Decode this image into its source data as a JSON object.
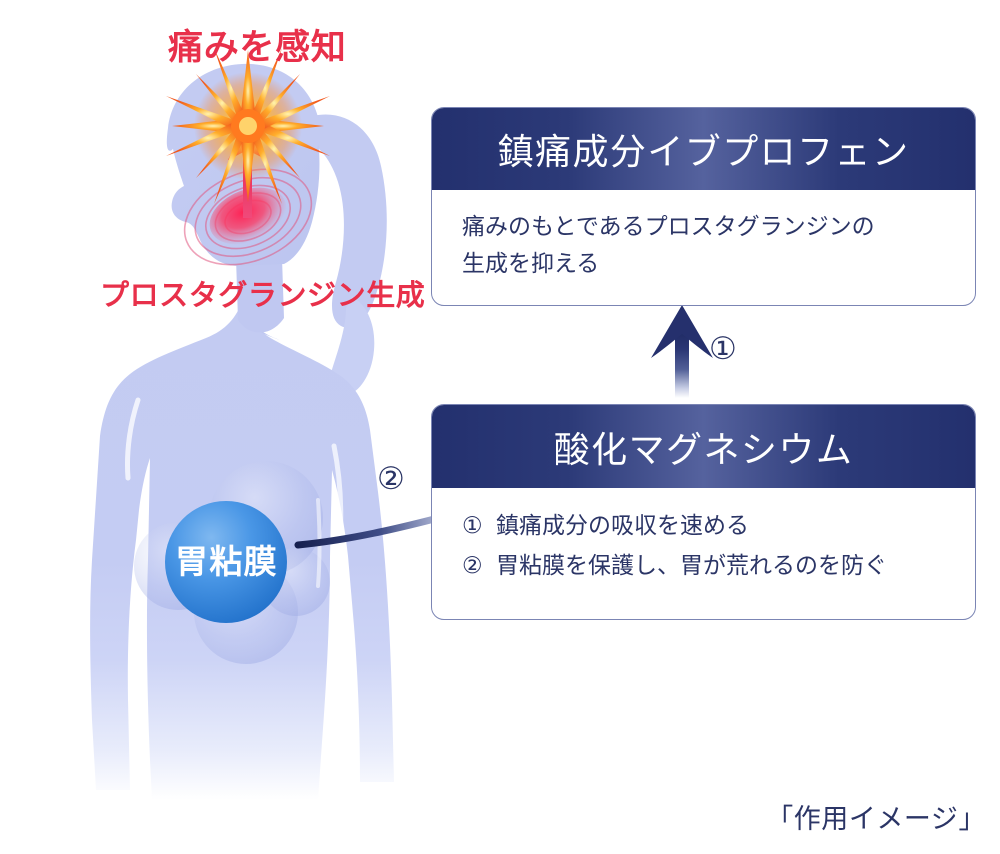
{
  "caption": "「作用イメージ」",
  "annotations": {
    "pain_label": "痛みを感知",
    "prostaglandin_label": "プロスタグランジン生成",
    "stomach_label": "胃粘膜",
    "step_one": "①",
    "step_two": "②"
  },
  "boxes": [
    {
      "id": "ibuprofen",
      "title": "鎮痛成分イブプロフェン",
      "lines": [
        "痛みのもとであるプロスタグランジンの",
        "生成を抑える"
      ]
    },
    {
      "id": "magnesium",
      "title": "酸化マグネシウム",
      "bullets": [
        {
          "mark": "①",
          "text": "鎮痛成分の吸収を速める"
        },
        {
          "mark": "②",
          "text": "胃粘膜を保護し、胃が荒れるのを防ぐ"
        }
      ]
    }
  ],
  "colors": {
    "header_navy": "#23306e",
    "header_navy_light": "#55629e",
    "text_navy": "#2b3566",
    "accent_red": "#e8304a",
    "body_silhouette": "#c3cbf2",
    "stomach_blue": "#2f86e0",
    "arrow_navy": "#25306d",
    "box_border": "#7b85b4"
  }
}
